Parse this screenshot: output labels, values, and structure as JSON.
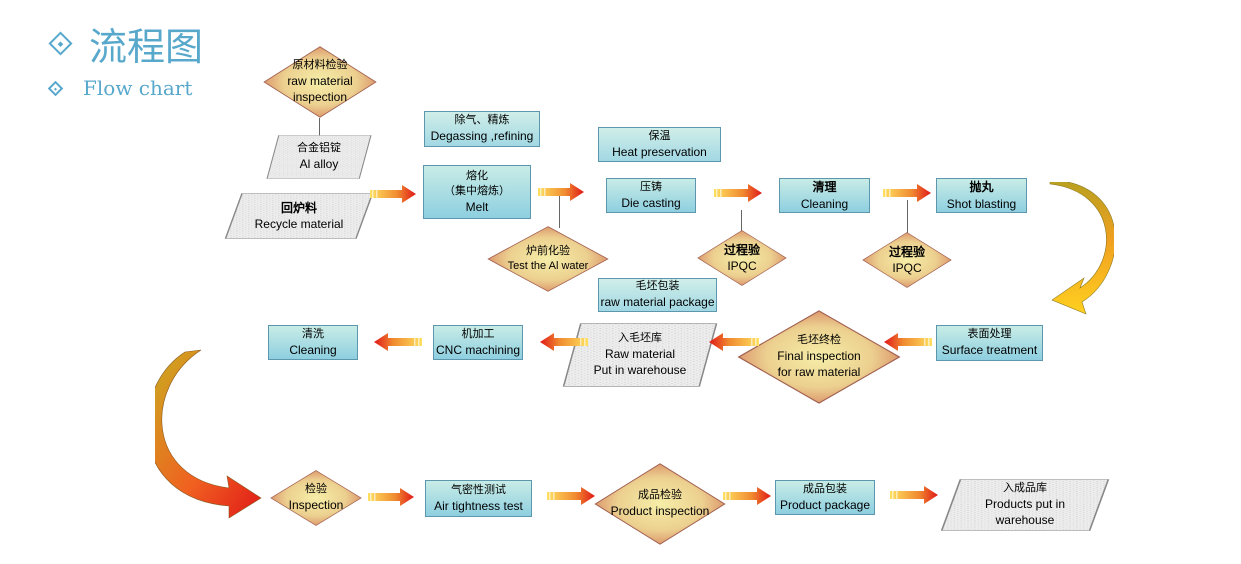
{
  "header": {
    "title_zh": "流程图",
    "title_en": "Flow chart"
  },
  "nodes": {
    "raw_inspection": {
      "zh": "原材料检验",
      "en": "raw material\ninspection"
    },
    "al_alloy": {
      "zh": "合金铝锭",
      "en": "Al alloy"
    },
    "recycle": {
      "zh": "回炉料",
      "en": "Recycle material"
    },
    "degassing": {
      "zh": "除气、精炼",
      "en": "Degassing ,refining"
    },
    "melt": {
      "zh": "熔化\n（集中熔炼）",
      "en": "Melt"
    },
    "test_al": {
      "zh": "炉前化验",
      "en": "Test the Al water"
    },
    "heat": {
      "zh": "保温",
      "en": "Heat preservation"
    },
    "die_casting": {
      "zh": "压铸",
      "en": "Die casting"
    },
    "ipqc1": {
      "zh": "过程验",
      "en": "IPQC"
    },
    "cleaning1": {
      "zh": "清理",
      "en": "Cleaning"
    },
    "ipqc2": {
      "zh": "过程验",
      "en": "IPQC"
    },
    "shot": {
      "zh": "抛丸",
      "en": "Shot blasting"
    },
    "raw_package": {
      "zh": "毛坯包装",
      "en": "raw material package"
    },
    "surface": {
      "zh": "表面处理",
      "en": "Surface treatment"
    },
    "final_insp": {
      "zh": "毛坯终检",
      "en": "Final inspection\nfor raw material"
    },
    "put_warehouse": {
      "zh": "入毛坯库",
      "en": "Raw material\nPut in warehouse"
    },
    "cnc": {
      "zh": "机加工",
      "en": "CNC machining"
    },
    "cleaning2": {
      "zh": "清洗",
      "en": "Cleaning"
    },
    "inspection": {
      "zh": "检验",
      "en": "Inspection"
    },
    "air": {
      "zh": "气密性测试",
      "en": "Air tightness test"
    },
    "product_insp": {
      "zh": "成品检验",
      "en": "Product inspection"
    },
    "product_pkg": {
      "zh": "成品包装",
      "en": "Product package"
    },
    "products_wh": {
      "zh": "入成品库",
      "en": "Products put in\nwarehouse"
    }
  },
  "colors": {
    "header": "#58a8cc",
    "rect_top": "#c8ece6",
    "rect_bottom": "#8ecfe0",
    "diamond_center": "#f4e8a0",
    "diamond_edge": "#d98060",
    "arrow_start": "#ffd84a",
    "arrow_end": "#e02020"
  }
}
